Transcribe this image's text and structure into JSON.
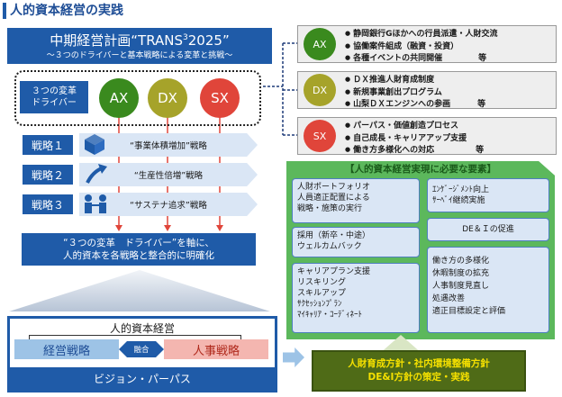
{
  "title": "人的資本経営の実践",
  "plan": {
    "title_main": "中期経営計画“TRANS",
    "title_sup": "3",
    "title_year": "2025”",
    "subtitle": "～３つのドライバーと基本戦略による変革と挑戦～"
  },
  "drivers": {
    "label_line1": "３つの変革",
    "label_line2": "ドライバー",
    "ax": "AX",
    "dx": "DX",
    "sx": "SX"
  },
  "strategies": [
    {
      "label": "戦略１",
      "text": "“事業体積増加”戦略"
    },
    {
      "label": "戦略２",
      "text": "“生産性倍増”戦略"
    },
    {
      "label": "戦略３",
      "text": "“サステナ追求”戦略"
    }
  ],
  "summary": {
    "line1": "“３つの変革　ドライバー”を軸に、",
    "line2": "人的資本を各戦略と整合的に明確化"
  },
  "foundation": {
    "title": "人的資本経営",
    "mgmt_strategy": "経営戦略",
    "fusion": "融合",
    "hr_strategy": "人事戦略",
    "vision": "ビジョン・パーパス"
  },
  "panels": [
    {
      "circle": "AX",
      "items": [
        "静岡銀行Gほかへの行員派遣・人財交流",
        "協働案件組成（融資・投資）",
        "各種イベントの共同開催"
      ],
      "suffix": "等"
    },
    {
      "circle": "DX",
      "items": [
        "ＤＸ推進人財育成制度",
        "新規事業創出プログラム",
        "山梨ＤＸエンジンへの参画"
      ],
      "suffix": "等"
    },
    {
      "circle": "SX",
      "items": [
        "パーパス・価値創造プロセス",
        "自己成長・キャリアアップ支援",
        "働き方多様化への対応"
      ],
      "suffix": "等"
    }
  ],
  "requirements": {
    "title": "【人的資本経営実現に必要な要素】",
    "box1": [
      "人財ポートフォリオ",
      "人員適正配置による",
      "戦略・施策の実行"
    ],
    "box2": [
      "ｴﾝｹﾞｰｼﾞﾒﾝﾄ向上",
      "ｻｰﾍﾞｲ継続実施"
    ],
    "box3": [
      "採用（新卒・中途）",
      "ウェルカムバック"
    ],
    "box4": [
      "DE＆Ｉの促進"
    ],
    "box5": [
      "キャリアプラン支援",
      "リスキリング",
      "スキルアップ",
      "ｻｸｾｯｼｮﾝﾌﾟﾗﾝ",
      "ﾏｲｷｬﾘｱ・ｺｰﾃﾞｨﾈｰﾄ"
    ],
    "box6": [
      "働き方の多様化",
      "休暇制度の拡充",
      "人事制度見直し",
      "処遇改善",
      "適正目標設定と評価"
    ]
  },
  "policy": {
    "line1": "人財育成方針・社内環境整備方針",
    "line2": "DE&I方針の策定・実践"
  },
  "colors": {
    "brand_blue": "#1f5ba8",
    "ax_green": "#3a8a1e",
    "dx_olive": "#a6a32a",
    "sx_red": "#e0453a",
    "req_green": "#5cb85c"
  },
  "icons": [
    "cube-icon",
    "growth-arrow-icon",
    "people-icon"
  ]
}
